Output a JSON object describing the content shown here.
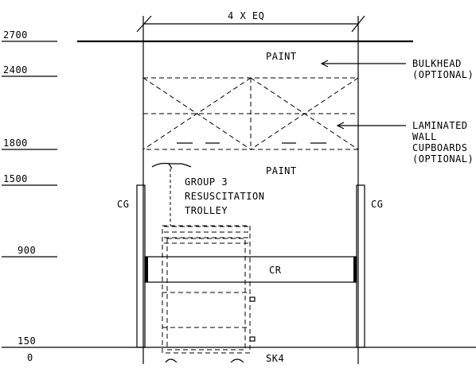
{
  "dimension": {
    "label": "4 X EQ"
  },
  "levels": [
    {
      "name": "level-2700",
      "label": "2700"
    },
    {
      "name": "level-2400",
      "label": "2400"
    },
    {
      "name": "level-1800",
      "label": "1800"
    },
    {
      "name": "level-1500",
      "label": "1500"
    },
    {
      "name": "level-900",
      "label": "900"
    },
    {
      "name": "level-150",
      "label": "150"
    },
    {
      "name": "level-0",
      "label": "0"
    }
  ],
  "wall_labels": {
    "paint_top": "PAINT",
    "paint_mid": "PAINT",
    "cg_left": "CG",
    "cg_right": "CG",
    "cr": "CR",
    "sk4": "SK4"
  },
  "annotations": {
    "bulkhead": [
      "BULKHEAD",
      "(OPTIONAL)"
    ],
    "cupboards": [
      "LAMINATED",
      "WALL",
      "CUPBOARDS",
      "(OPTIONAL)"
    ],
    "trolley": [
      "GROUP 3",
      "RESUSCITATION",
      "TROLLEY"
    ]
  }
}
